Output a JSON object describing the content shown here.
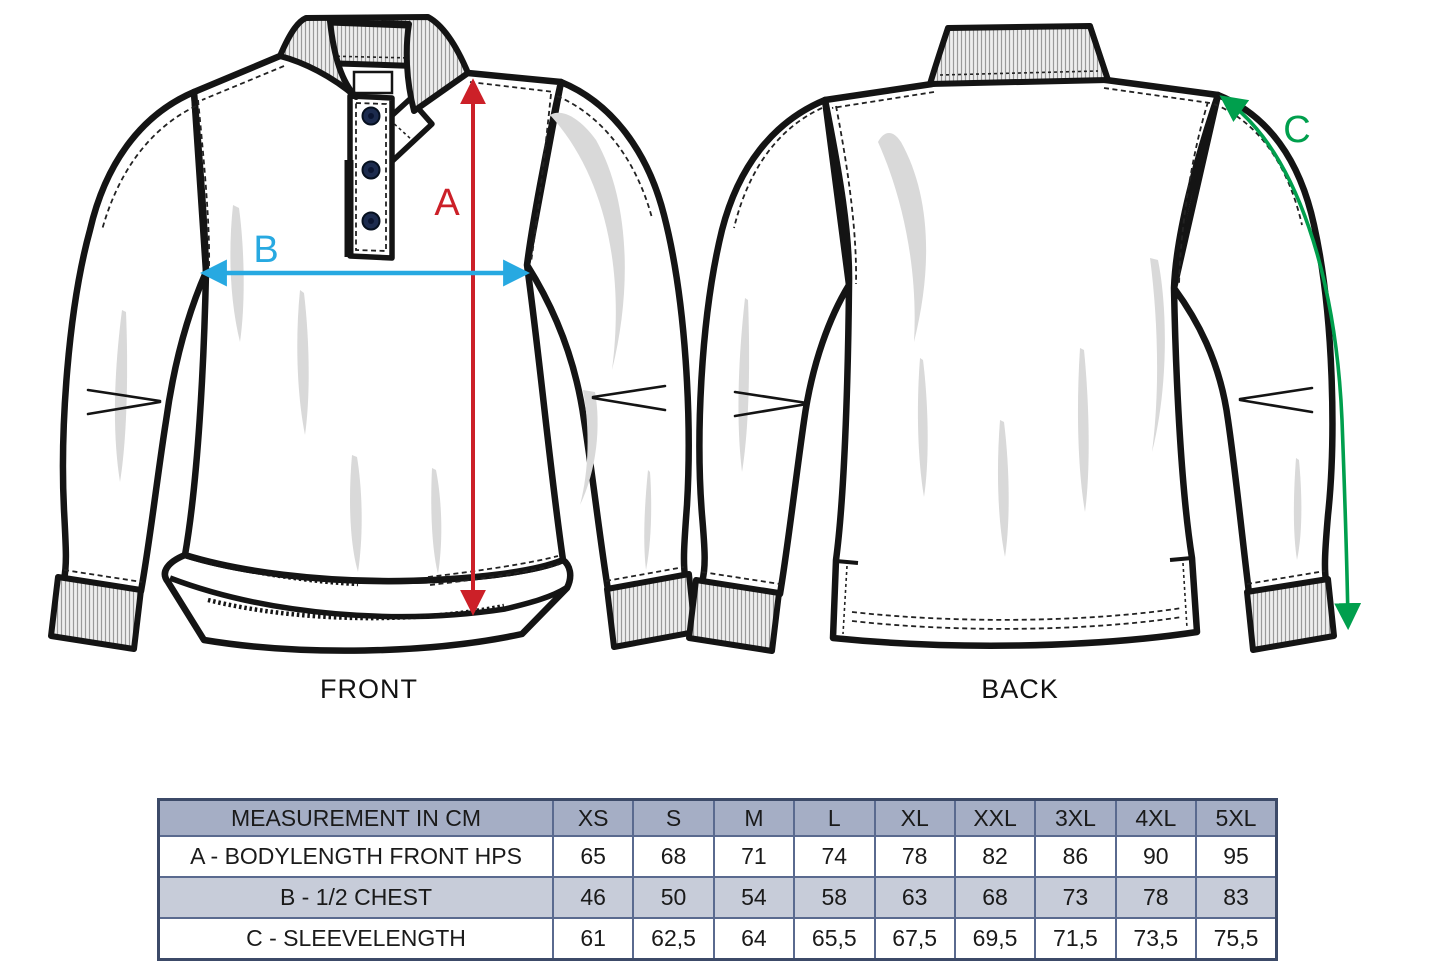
{
  "captions": {
    "front": "FRONT",
    "back": "BACK"
  },
  "measure_letters": {
    "a": "A",
    "b": "B",
    "c": "C"
  },
  "colors": {
    "arrow_a_red": "#cc2028",
    "arrow_b_blue": "#27a9e1",
    "arrow_c_green": "#009f4d",
    "table_header_bg": "#a5aec5",
    "table_alt_row_bg": "#c7ccd9",
    "table_outer_border": "#3c4a68",
    "table_inner_border": "#5a6a8f",
    "button_navy": "#1c2b4e",
    "shading_gray": "#d9d9d9"
  },
  "size_table": {
    "header_label": "MEASUREMENT IN CM",
    "sizes": [
      "XS",
      "S",
      "M",
      "L",
      "XL",
      "XXL",
      "3XL",
      "4XL",
      "5XL"
    ],
    "rows": [
      {
        "label": "A - BODYLENGTH FRONT HPS",
        "values": [
          "65",
          "68",
          "71",
          "74",
          "78",
          "82",
          "86",
          "90",
          "95"
        ]
      },
      {
        "label": "B - 1/2 CHEST",
        "values": [
          "46",
          "50",
          "54",
          "58",
          "63",
          "68",
          "73",
          "78",
          "83"
        ]
      },
      {
        "label": "C - SLEEVELENGTH",
        "values": [
          "61",
          "62,5",
          "64",
          "65,5",
          "67,5",
          "69,5",
          "71,5",
          "73,5",
          "75,5"
        ]
      }
    ]
  }
}
